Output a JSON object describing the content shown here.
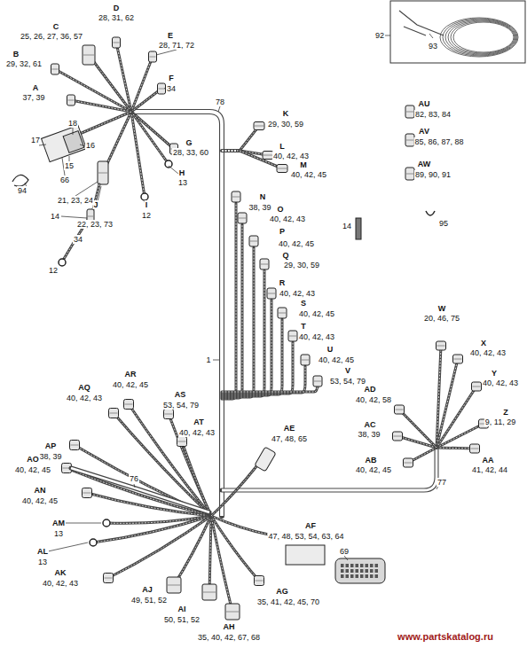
{
  "diagram": {
    "labels": [
      "D",
      "28, 31, 62",
      "C",
      "25, 26, 27, 36, 57",
      "E",
      "28, 71, 72",
      "B",
      "29, 32, 61",
      "F",
      "34",
      "78",
      "A",
      "37, 39",
      "18",
      "17",
      "16",
      "15",
      "94",
      "66",
      "21, 23, 24",
      "G",
      "28, 33, 60",
      "H",
      "13",
      "I",
      "12",
      "J",
      "22, 23, 73",
      "14",
      "34",
      "12",
      "K",
      "29, 30, 59",
      "L",
      "40, 42, 43",
      "M",
      "40, 42, 45",
      "N",
      "38, 39",
      "O",
      "40, 42, 43",
      "P",
      "40, 42, 45",
      "Q",
      "29, 30, 59",
      "R",
      "40, 42, 43",
      "S",
      "40, 42, 45",
      "T",
      "40, 42, 43",
      "U",
      "40, 42, 45",
      "V",
      "53, 54, 79",
      "92",
      "93",
      "AU",
      "82, 83, 84",
      "AV",
      "85, 86, 87, 88",
      "AW",
      "89, 90, 91",
      "95",
      "14",
      "1",
      "W",
      "20, 46, 75",
      "X",
      "40, 42, 43",
      "Y",
      "40, 42, 43",
      "AD",
      "40, 42, 58",
      "Z",
      "9, 11, 29",
      "AC",
      "38, 39",
      "AA",
      "41, 42, 44",
      "AB",
      "40, 42, 45",
      "77",
      "AR",
      "40, 42, 45",
      "AQ",
      "40, 42, 43",
      "AS",
      "53, 54, 79",
      "AT",
      "40, 42, 43",
      "AP",
      "38, 39",
      "AE",
      "47, 48, 65",
      "AO",
      "40, 42, 45",
      "76",
      "AN",
      "40, 42, 45",
      "AM",
      "13",
      "AL",
      "13",
      "AF",
      "47, 48, 53, 54, 63, 64",
      "69",
      "AK",
      "40, 42, 43",
      "AJ",
      "49, 51, 52",
      "AG",
      "35, 41, 42, 45, 70",
      "AI",
      "50, 51, 52",
      "AH",
      "35, 40, 42, 67, 68",
      "www.partskatalog.ru"
    ]
  }
}
